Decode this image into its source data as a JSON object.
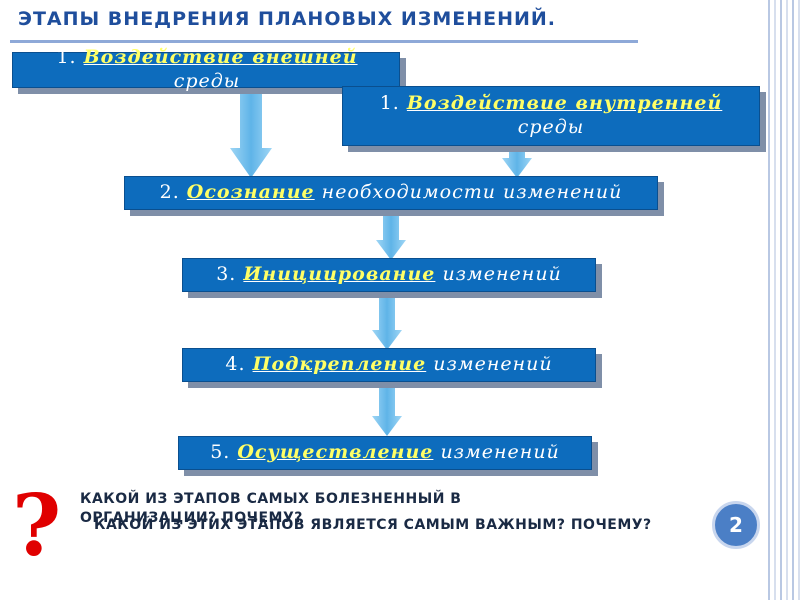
{
  "slide": {
    "title": "ЭТАПЫ ВНЕДРЕНИЯ ПЛАНОВЫХ ИЗМЕНЕНИЙ."
  },
  "stages": [
    {
      "num": "1.",
      "key": "Воздействие внешней",
      "rest": " среды"
    },
    {
      "num": "1.",
      "key": "Воздействие внутренней",
      "rest": "среды"
    },
    {
      "num": "2.",
      "key": "Осознание",
      "rest": " необходимости изменений"
    },
    {
      "num": "3.",
      "key": "Инициирование",
      "rest": " изменений"
    },
    {
      "num": "4.",
      "key": "Подкрепление",
      "rest": " изменений"
    },
    {
      "num": "5.",
      "key": "Осуществление",
      "rest": " изменений"
    }
  ],
  "questions": {
    "mark": "?",
    "q1": "КАКОЙ ИЗ ЭТАПОВ САМЫХ БОЛЕЗНЕННЫЙ В ОРГАНИЗАЦИИ? ПОЧЕМУ?",
    "q2": "КАКОЙ ИЗ ЭТИХ ЭТАПОВ ЯВЛЯЕТСЯ САМЫМ ВАЖНЫМ? ПОЧЕМУ?"
  },
  "page_number": "2",
  "colors": {
    "box_fill": "#0d6cbd",
    "key_text": "#ffff66",
    "title": "#1f4e9c",
    "question_mark": "#e00000",
    "arrow": "#7cc3ee"
  },
  "icons": {
    "arrow": "down-arrow-icon",
    "question": "question-mark-icon"
  }
}
